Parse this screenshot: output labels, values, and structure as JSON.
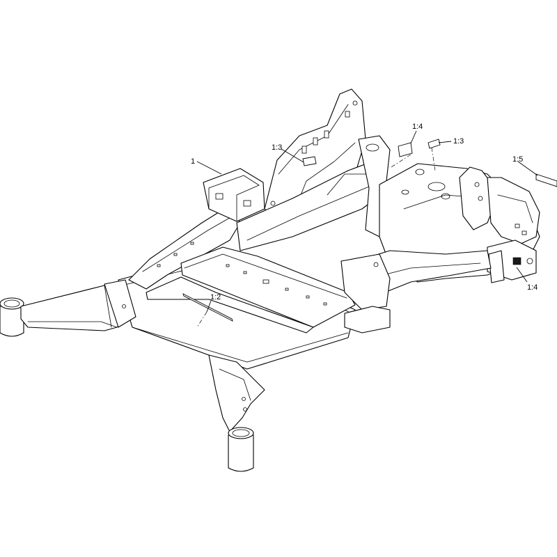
{
  "callouts": {
    "c1": "1",
    "c1_2": "1:2",
    "c1_3_left": "1:3",
    "c1_3_right": "1:3",
    "c1_4_top": "1:4",
    "c1_4_bottom": "1:4",
    "c1_5": "1:5"
  },
  "colors": {
    "line": "#000000",
    "background": "#ffffff"
  }
}
